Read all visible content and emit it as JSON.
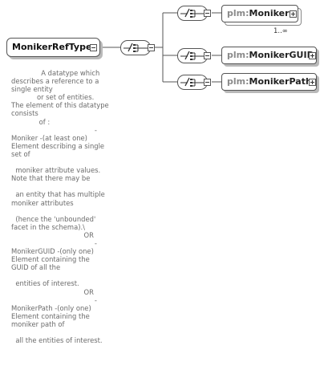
{
  "root": {
    "label": "MonikerRefType"
  },
  "children": [
    {
      "prefix": "plm:",
      "name": "Moniker",
      "multiplicity": "1..∞"
    },
    {
      "prefix": "plm:",
      "name": "MonikerGUID"
    },
    {
      "prefix": "plm:",
      "name": "MonikerPath"
    }
  ],
  "documentation": "              A datatype which\ndescribes a reference to a\nsingle entity\n            or set of entities.\nThe element of this datatype\nconsists\n             of :\n                                       -\nMoniker -(at least one)\nElement describing a single\nset of\n\n  moniker attribute values.\nNote that there may be\n\n  an entity that has multiple\nmoniker attributes\n\n  (hence the 'unbounded'\nfacet in the schema).\\\n                                  OR\n                                       -\nMonikerGUID -(only one)\nElement containing the\nGUID of all the\n\n  entities of interest.\n                                  OR\n                                       -\nMonikerPath -(only one)\nElement containing the\nmoniker path of\n\n  all the entities of interest."
}
